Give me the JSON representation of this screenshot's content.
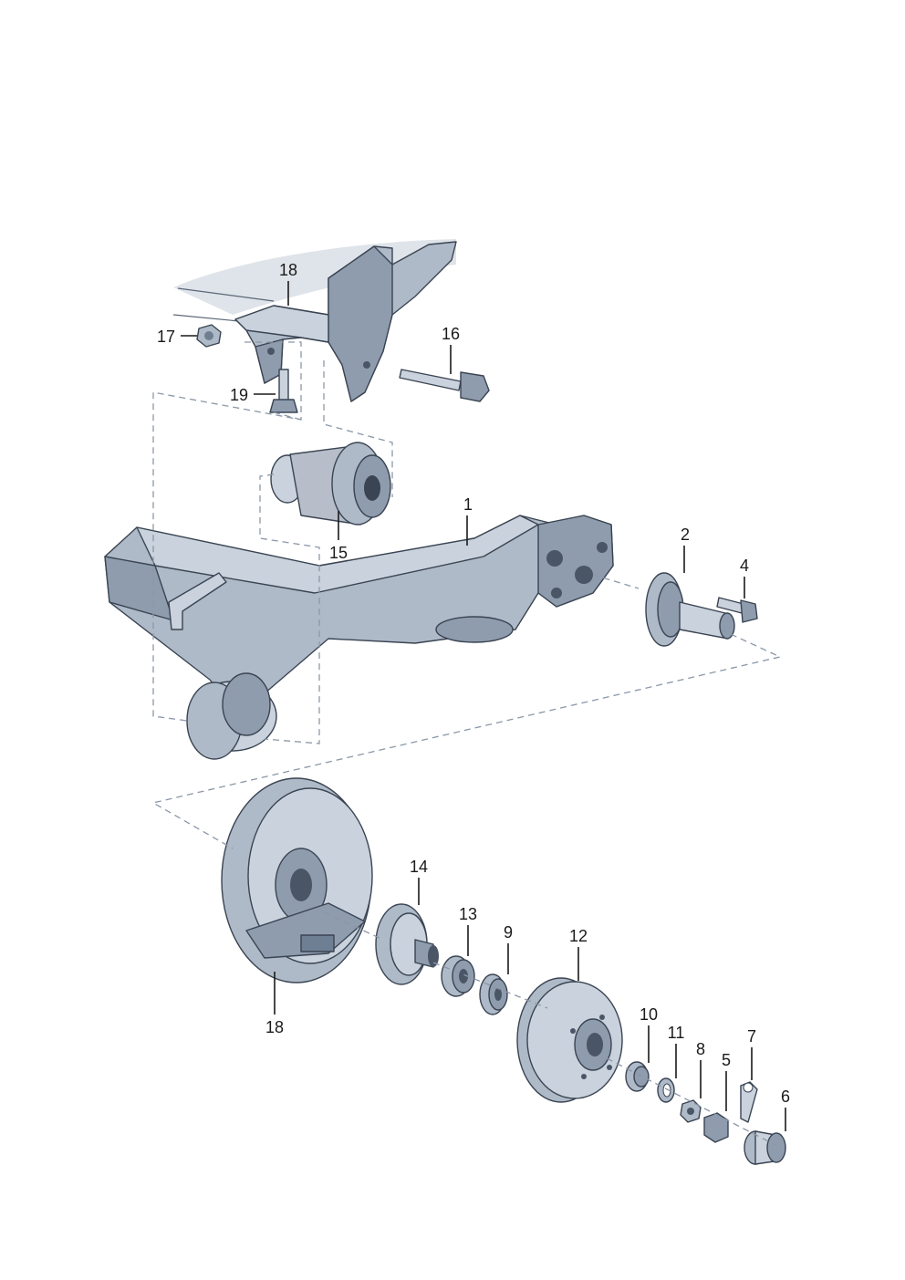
{
  "diagram": {
    "callouts": [
      {
        "id": "c18top",
        "label": "18"
      },
      {
        "id": "c17",
        "label": "17"
      },
      {
        "id": "c16",
        "label": "16"
      },
      {
        "id": "c19",
        "label": "19"
      },
      {
        "id": "c15",
        "label": "15"
      },
      {
        "id": "c1",
        "label": "1"
      },
      {
        "id": "c2",
        "label": "2"
      },
      {
        "id": "c4",
        "label": "4"
      },
      {
        "id": "c14",
        "label": "14"
      },
      {
        "id": "c13",
        "label": "13"
      },
      {
        "id": "c9",
        "label": "9"
      },
      {
        "id": "c12",
        "label": "12"
      },
      {
        "id": "c18bot",
        "label": "18"
      },
      {
        "id": "c10",
        "label": "10"
      },
      {
        "id": "c11",
        "label": "11"
      },
      {
        "id": "c8",
        "label": "8"
      },
      {
        "id": "c7",
        "label": "7"
      },
      {
        "id": "c5",
        "label": "5"
      },
      {
        "id": "c6",
        "label": "6"
      }
    ]
  }
}
